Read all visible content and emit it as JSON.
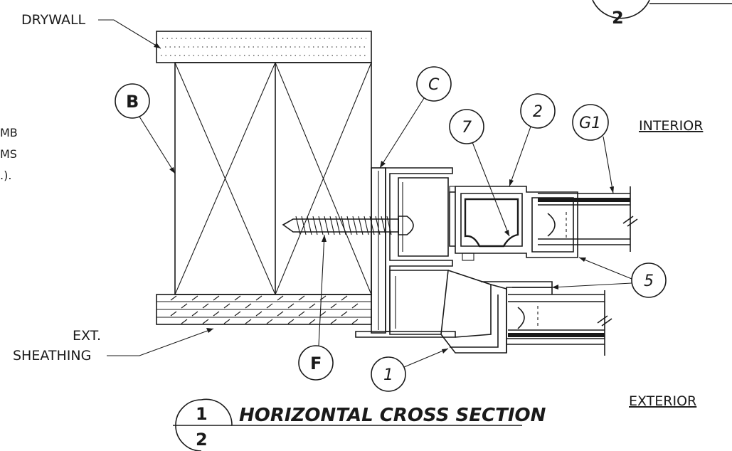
{
  "title": {
    "number": "1",
    "sheet": "2",
    "text": "HORIZONTAL CROSS SECTION"
  },
  "top_sheet_ref": "2",
  "labels": {
    "drywall": "DRYWALL",
    "interior": "INTERIOR",
    "exterior": "EXTERIOR",
    "ext_line1": "EXT.",
    "ext_line2": "SHEATHING",
    "cut_line1": "MB",
    "cut_line2": "MS",
    "cut_line3": ".)."
  },
  "callouts": {
    "b": "B",
    "c": "C",
    "f": "F",
    "seven": "7",
    "two": "2",
    "g1": "G1",
    "five": "5",
    "one": "1"
  },
  "colors": {
    "ink": "#1a1a1a",
    "paper": "#ffffff"
  }
}
